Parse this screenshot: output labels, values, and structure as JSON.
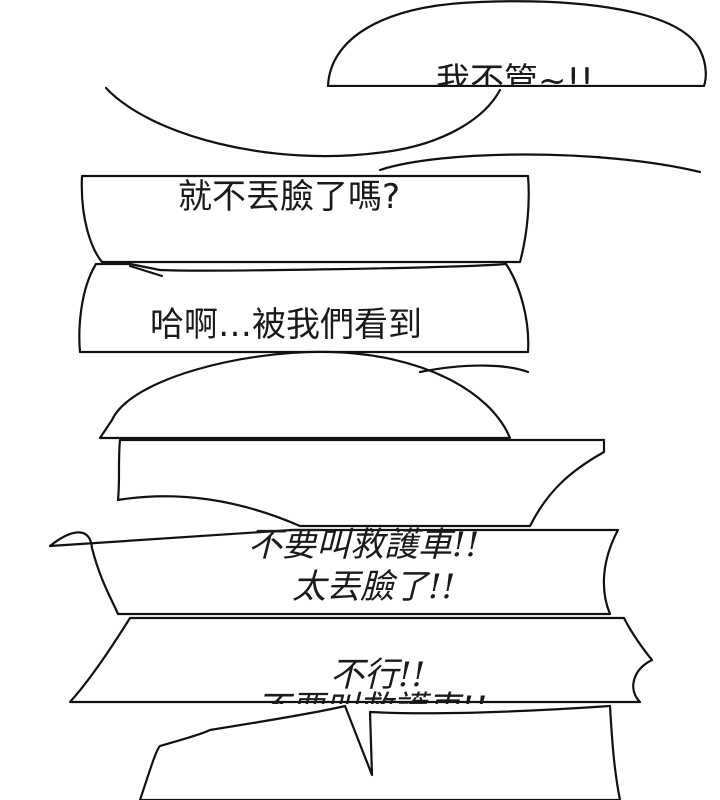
{
  "panel_1": {
    "bubble_top": "我不管~!!",
    "bubble_main": "就不丟臉了嗎?"
  },
  "panel_2": {
    "bubble_main": "哈啊…被我們看到"
  },
  "panel_3": {
    "shout_line_1": "不要叫救護車!!",
    "shout_line_2": "太丟臉了!!"
  },
  "panel_4": {
    "shout_line_1": "不行!!",
    "shout_line_2": "不要叫救護車!!"
  }
}
